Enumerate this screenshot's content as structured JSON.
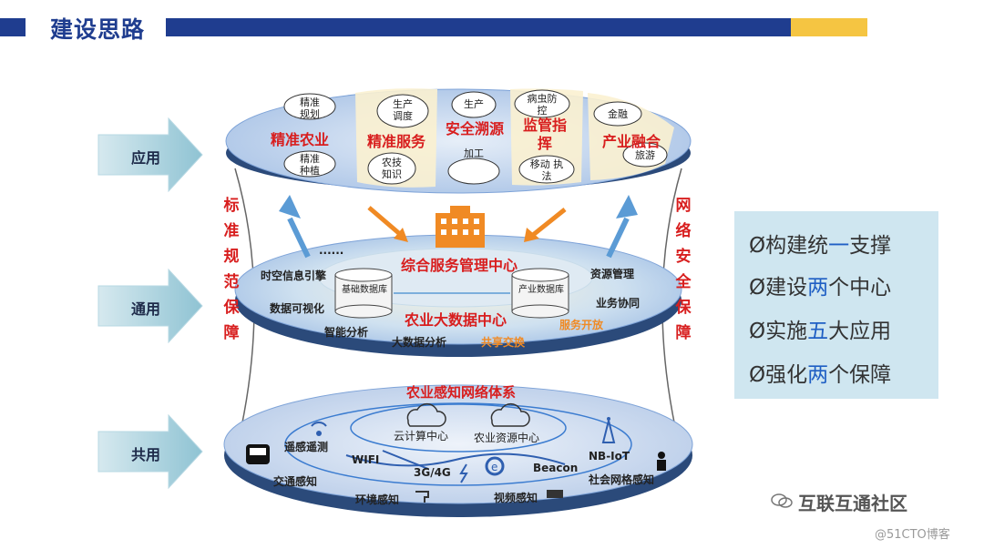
{
  "header": {
    "title": "建设思路"
  },
  "layers": {
    "app": {
      "label": "应用"
    },
    "common": {
      "label": "通用"
    },
    "shared": {
      "label": "共用"
    }
  },
  "left_vertical": [
    "标",
    "准",
    "规",
    "范",
    "保",
    "障"
  ],
  "right_vertical": [
    "网",
    "络",
    "安",
    "全",
    "保",
    "障"
  ],
  "top_ring": {
    "sections": [
      {
        "title": "精准农业",
        "items": [
          [
            "精准",
            "规划"
          ],
          [
            "精准",
            "种植"
          ]
        ]
      },
      {
        "title": "精准服务",
        "items": [
          [
            "生产",
            "调度"
          ],
          [
            "农技",
            "知识"
          ]
        ]
      },
      {
        "title": "安全溯源",
        "items": [
          [
            "生产"
          ],
          [
            "加工"
          ]
        ]
      },
      {
        "title": "监管指挥",
        "items": [
          [
            "病虫防",
            "控"
          ],
          [
            "移动 执",
            "法"
          ]
        ],
        "title_lines": [
          "监管指",
          "挥"
        ]
      },
      {
        "title": "产业融合",
        "items": [
          [
            "金融"
          ],
          [
            "旅游"
          ]
        ]
      }
    ]
  },
  "middle_ring": {
    "center_title": "综合服务管理中心",
    "data_center_title": "农业大数据中心",
    "db_left": "基础数据库",
    "db_right": "产业数据库",
    "dots": "......",
    "left_labels": [
      "时空信息引擎",
      "数据可视化",
      "智能分析"
    ],
    "right_labels": [
      "资源管理",
      "业务协同",
      "服务开放"
    ],
    "bottom_labels": [
      "大数据分析",
      "共享交换"
    ]
  },
  "bottom_ring": {
    "title": "农业感知网络体系",
    "cloud_left": "云计算中心",
    "cloud_right": "农业资源中心",
    "labels": {
      "remote": "遥感遥测",
      "wifi": "WIFI",
      "g34": "3G/4G",
      "beacon": "Beacon",
      "nbiot": "NB-IoT",
      "traffic": "交通感知",
      "env": "环境感知",
      "video": "视频感知",
      "social": "社会网格感知"
    }
  },
  "summary": [
    {
      "prefix": "Ø构建统",
      "highlight": "一",
      "suffix": "支撑"
    },
    {
      "prefix": "Ø建设",
      "highlight": "两",
      "suffix": "个中心"
    },
    {
      "prefix": "Ø实施",
      "highlight": "五",
      "suffix": "大应用"
    },
    {
      "prefix": "Ø强化",
      "highlight": "两",
      "suffix": "个保障"
    }
  ],
  "watermark": {
    "brand": "互联互通社区",
    "site": "@51CTO博客"
  },
  "colors": {
    "navy": "#1f3d8f",
    "gold": "#f5c542",
    "red": "#d81e1e",
    "panel": "#cfe6f0"
  }
}
